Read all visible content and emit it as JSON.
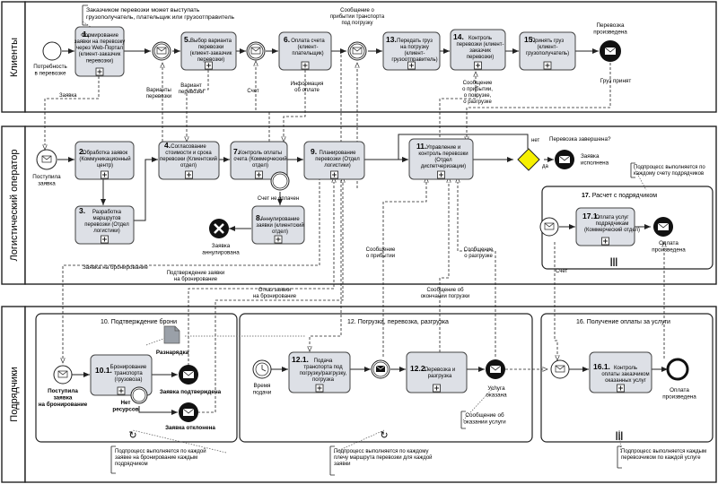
{
  "lanes": {
    "clients": "Клиенты",
    "logistics": "Логистический оператор",
    "contractors": "Подрядчики"
  },
  "clients": {
    "start_label": "Потребность\nв перевозке",
    "note_customer": "Заказчиком перевозки может выступать\nгрузополучатель, плательщик или грузоотправитель",
    "t1": {
      "num": "1.",
      "label": "Формирование\nзаявки на перевозку\nчерез Web-Портал\n(клиент-заказчик\nперевозки)"
    },
    "t5": {
      "num": "5.",
      "label": "Выбор варианта\nперевозки\n(клиент-заказчик\nперевозки)"
    },
    "t6": {
      "num": "6.",
      "label": "Оплата счета\n(клиент-\nплательщик)"
    },
    "t13": {
      "num": "13.",
      "label": "Передать груз\nна погрузку\n(клиент-\nгрузоотправитель)"
    },
    "t14": {
      "num": "14.",
      "label": "Контроль\nперевозки (клиент-\nзаказчик\nперевозки)"
    },
    "t15": {
      "num": "15.",
      "label": "Принять груз\n(клиент-\nгрузополучатель)"
    },
    "end_label": "Перевозка\nпроизведена",
    "msg_transport": "Сообщение о\nприбытии транспорта\nпод погрузку",
    "msg_cargo_accepted": "Груз принят"
  },
  "logistics": {
    "start_label": "Поступила\nзаявка",
    "t2": {
      "num": "2.",
      "label": "Обработка заявок\n(Коммуникационный\nцентр)"
    },
    "t3": {
      "num": "3.",
      "label": "Разработка\nмаршрутов\nперевозки (Отдел\nлогистики)"
    },
    "t4": {
      "num": "4.",
      "label": "Согласование\nстоимости и срока\nперевозки (Клиентский\nотдел)"
    },
    "t7": {
      "num": "7.",
      "label": "Контроль оплаты\nсчета (Коммерческий\nотдел)"
    },
    "t8": {
      "num": "8.",
      "label": "Аннулирование\nзаявки (клиентский\nотдел)"
    },
    "t9": {
      "num": "9.",
      "label": "Планирование\nперевозки (Отдел\nлогистики)"
    },
    "t11": {
      "num": "11.",
      "label": "Управление и\nконтроль перевозки\n(Отдел\nдиспетчеризации)"
    },
    "gw_question": "Перевозка завершена?",
    "gw_no": "нет",
    "gw_yes": "да",
    "end_done": "Заявка\nисполнена",
    "end_cancel": "Заявка\nаннулирована",
    "timer_label": "Счет не оплачен",
    "t17": {
      "num": "17.",
      "label": "Расчет с подрядчиком"
    },
    "t171": {
      "num": "17.1.",
      "label": "Оплата услуг\nподрядчикам\n(Коммерческий отдел)"
    },
    "t17_end": "Оплата\nпроизведена",
    "note_17": "Подпроцесс выполняется по\nкаждому счету подрядчиков"
  },
  "messages": {
    "zayavka": "Заявка",
    "variants": "Варианты\nперевозки",
    "variant": "Вариант\nперевозки",
    "schet": "Счет",
    "payment_info": "Информация\nоб оплате",
    "arrival_msg": "Сообщение\nо прибытии,\nо погрузке,\nо разгрузке",
    "booking_request": "Заявка на бронирование",
    "booking_confirm": "Подтверждение заявки\nна бронирование",
    "booking_reject": "Отказ заявки\nна бронирование",
    "arrival": "Сообщение\nо прибытии",
    "unload_end": "Сообщение об\nокончании погрузки",
    "unload": "Сообщение\nо разгрузке",
    "schet2": "Счет"
  },
  "contractors": {
    "t10": {
      "num": "10.",
      "label": "Подтверждение брони"
    },
    "t101": {
      "num": "10.1.",
      "label": "Бронирование\nтранспорта\n(грузовоза)"
    },
    "start10": "Поступила\nзаявка\nна бронирование",
    "doc": "Разнарядка",
    "end_confirmed": "Заявка подтверждена",
    "end_rejected": "Заявка отклонена",
    "no_resources": "Нет\nресурсов",
    "note_10": "Подпроцесс выполняется по каждой\nзаявке на бронирование каждым\nподрядчиком",
    "t12": {
      "num": "12.",
      "label": "Погрузка, перевозка, разгрузка"
    },
    "t121": {
      "num": "12.1.",
      "label": "Подача\nтранспорта под\nпогрузку/разгрузку,\nпогрузка"
    },
    "t122": {
      "num": "12.2.",
      "label": "Перевозка и\nразгрузка"
    },
    "timer12": "Время\nподачи",
    "end12": "Услуга\nоказана",
    "msg12": "Сообщение об\nоказании услуги",
    "note_12": "Подпроцесс выполняется по каждому\nплечу маршрута перевозки для каждой\nзаявки",
    "t16": {
      "num": "16.",
      "label": "Получение оплаты за услуги"
    },
    "t161": {
      "num": "16.1.",
      "label": "Контроль\nоплаты заказчиком\nоказанных услуг"
    },
    "end16": "Оплата\nпроизведена",
    "note_16": "Подпроцесс выполняется каждым\nперевозчиком по каждой услуге"
  }
}
